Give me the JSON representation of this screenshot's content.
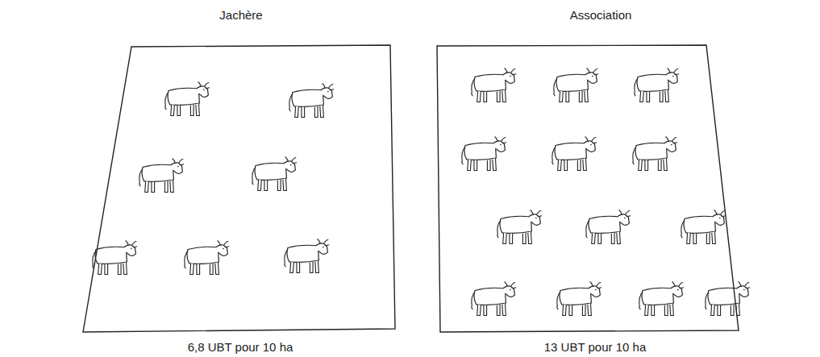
{
  "diagram": {
    "nodes": [
      {
        "text": [
          "Jachère",
          "6,8 UBT pour 10 ha"
        ]
      },
      {
        "text": [
          "Association",
          "13 UBT pour 10 ha"
        ]
      }
    ]
  }
}
